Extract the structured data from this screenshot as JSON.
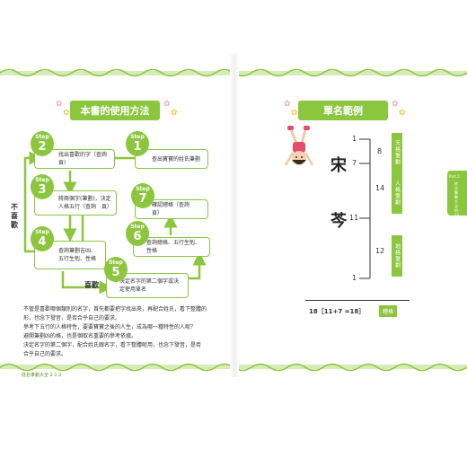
{
  "left_page": {
    "title": "本書的使用方法",
    "steps": [
      {
        "word": "Step",
        "num": "1",
        "text": "查出寶寶的姓氏筆劃"
      },
      {
        "word": "Step",
        "num": "2",
        "text": "找出喜歡的字（查詢　頁）"
      },
      {
        "word": "Step",
        "num": "3",
        "text": "將兩個字(筆劃)，決定人格五行（查詢　頁）"
      },
      {
        "word": "Step",
        "num": "4",
        "text": "查詢筆劃吉凶、五行生剋、性格"
      },
      {
        "word": "Step",
        "num": "5",
        "text": "決定名字的第二個字或決定使用單名"
      },
      {
        "word": "Step",
        "num": "6",
        "text": "查詢總格、五行生剋、性格"
      },
      {
        "word": "Step",
        "num": "7",
        "text": "確認總格（查詢　頁）"
      }
    ],
    "label_dislike": "不喜歡",
    "label_like": "喜歡",
    "paragraphs": [
      "不管是喜歡哪個類別的名字，首先都要把字找出來，再配合姓氏，看下整體的",
      "形，也念下發音，是否合乎自己的要求。",
      "參考下五行的人格特性，要要寶寶之後的人生，成為哪一種特性的人呢？",
      "避開筆劃凶的格，也是個取名重要的參考依據。",
      "決定名字的第二個字，配合姓氏跟名字，看下整體呢用，也念下發音，是否",
      "合乎自己的要求。"
    ],
    "footer": "姓名筆劃大全 2 1 2"
  },
  "right_page": {
    "title": "單名範例",
    "surname": "宋",
    "given": "芩",
    "num_top1": "1",
    "num_mid7": "7",
    "num_mid11": "11",
    "num_bottom1": "1",
    "right_nums": [
      "8",
      "14",
      "12"
    ],
    "tags": [
      "天格筆劃",
      "人格筆劃",
      "地格筆劃"
    ],
    "total_expr": "18［11+7 =18］",
    "total_tag": "總格",
    "side_part": "Part 2",
    "side_text": "姓名筆劃大全的・24"
  },
  "colors": {
    "accent": "#8cc63f",
    "dark": "#5a8f1e"
  }
}
